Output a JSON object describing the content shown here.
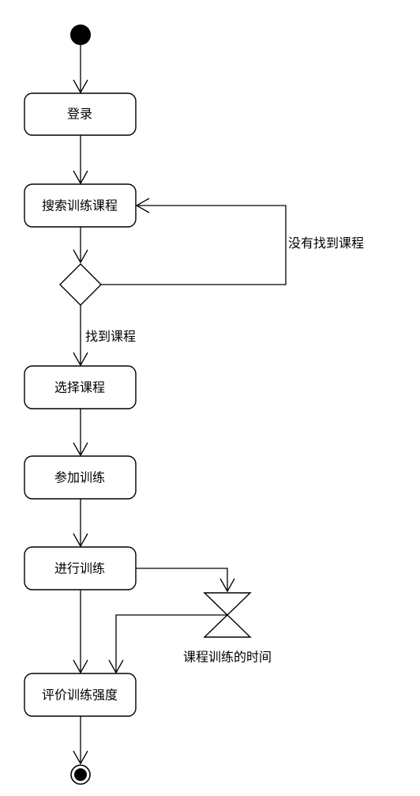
{
  "actions": {
    "login": "登录",
    "search_course": "搜索训练课程",
    "select_course": "选择课程",
    "join_training": "参加训练",
    "do_training": "进行训练",
    "evaluate_intensity": "评价训练强度"
  },
  "guards": {
    "not_found": "没有找到课程",
    "found": "找到课程"
  },
  "time_event": {
    "label": "课程训练的时间"
  },
  "colors": {
    "stroke": "#000000",
    "fill": "#ffffff"
  }
}
